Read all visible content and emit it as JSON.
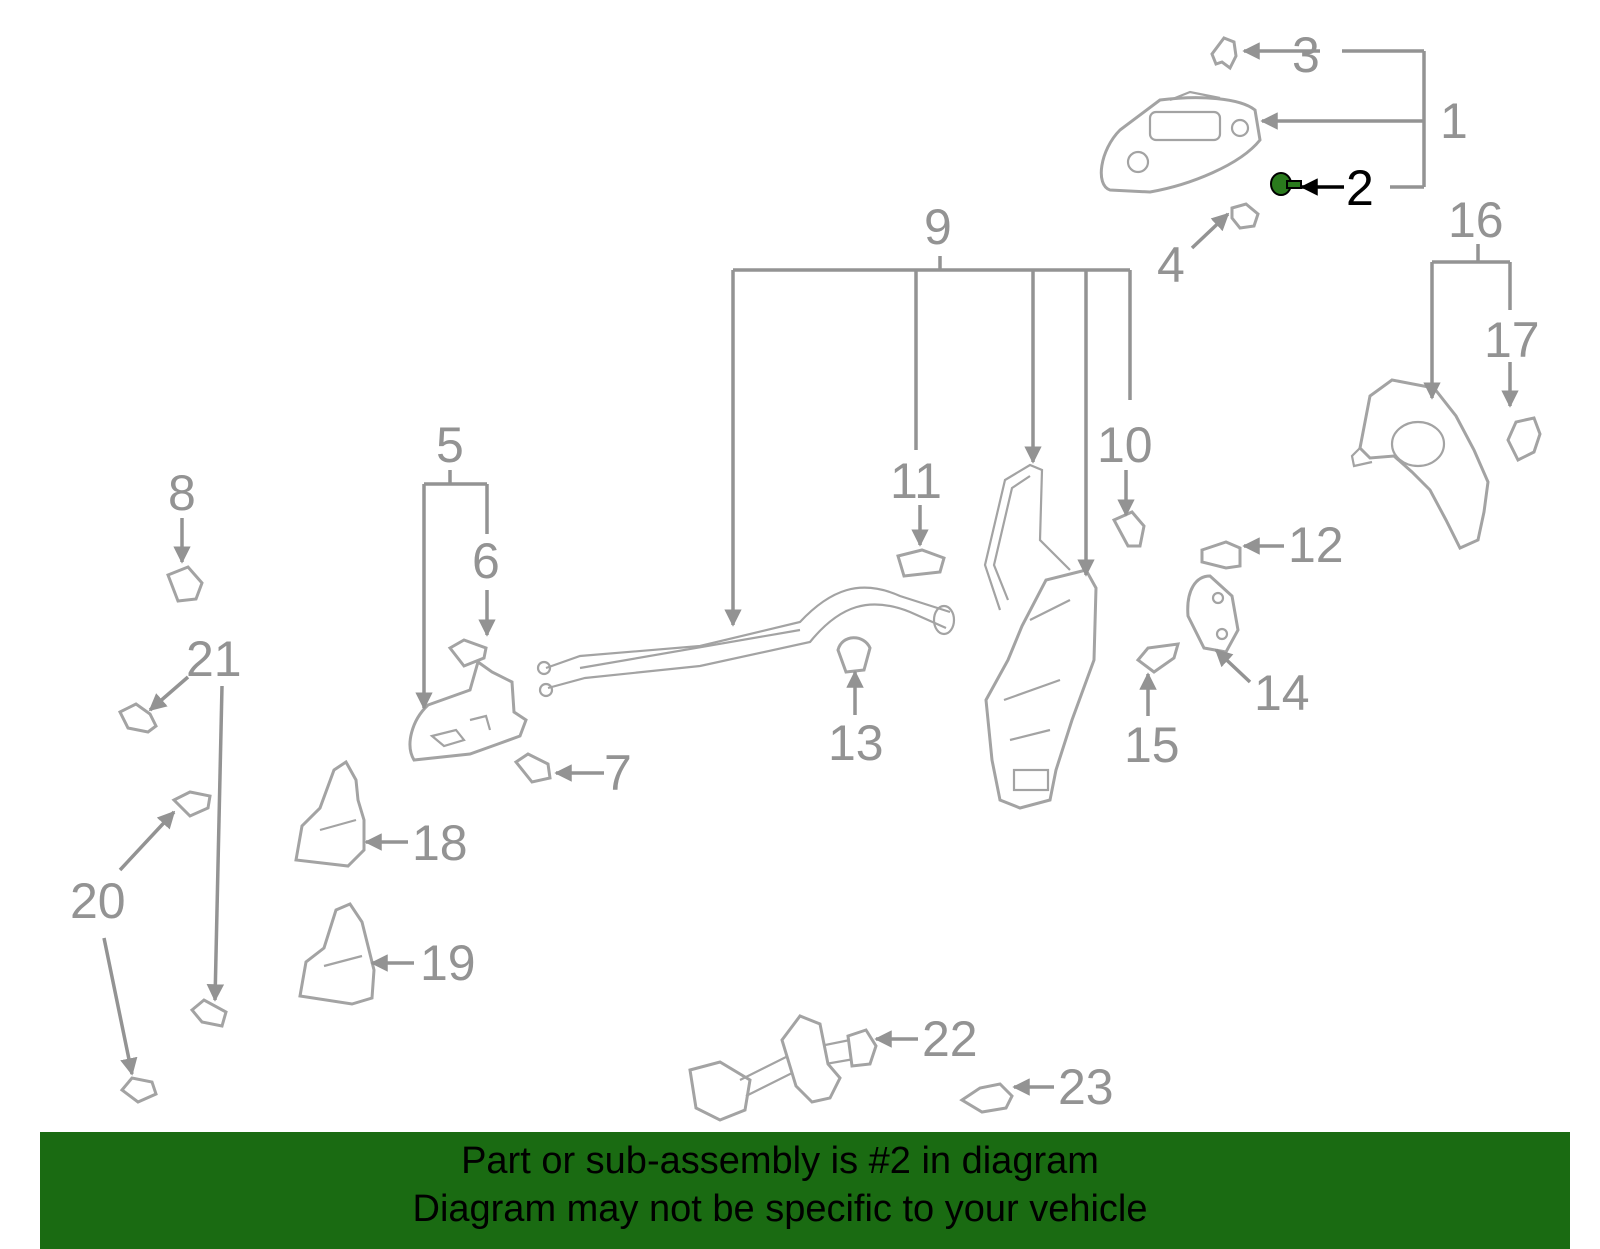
{
  "diagram": {
    "highlight_color": "#2a7a1d",
    "callouts": [
      {
        "id": "c1",
        "label": "1"
      },
      {
        "id": "c2",
        "label": "2",
        "highlighted": true
      },
      {
        "id": "c3",
        "label": "3"
      },
      {
        "id": "c4",
        "label": "4"
      },
      {
        "id": "c5",
        "label": "5"
      },
      {
        "id": "c6",
        "label": "6"
      },
      {
        "id": "c7",
        "label": "7"
      },
      {
        "id": "c8",
        "label": "8"
      },
      {
        "id": "c9",
        "label": "9"
      },
      {
        "id": "c10",
        "label": "10"
      },
      {
        "id": "c11",
        "label": "11"
      },
      {
        "id": "c12",
        "label": "12"
      },
      {
        "id": "c13",
        "label": "13"
      },
      {
        "id": "c14",
        "label": "14"
      },
      {
        "id": "c15",
        "label": "15"
      },
      {
        "id": "c16",
        "label": "16"
      },
      {
        "id": "c17",
        "label": "17"
      },
      {
        "id": "c18",
        "label": "18"
      },
      {
        "id": "c19",
        "label": "19"
      },
      {
        "id": "c20",
        "label": "20"
      },
      {
        "id": "c21",
        "label": "21"
      },
      {
        "id": "c22",
        "label": "22"
      },
      {
        "id": "c23",
        "label": "23"
      }
    ]
  },
  "footer": {
    "background": "#1a6b12",
    "line1": "Part or sub-assembly is #2 in diagram",
    "line2": "Diagram may not be specific to your vehicle"
  }
}
